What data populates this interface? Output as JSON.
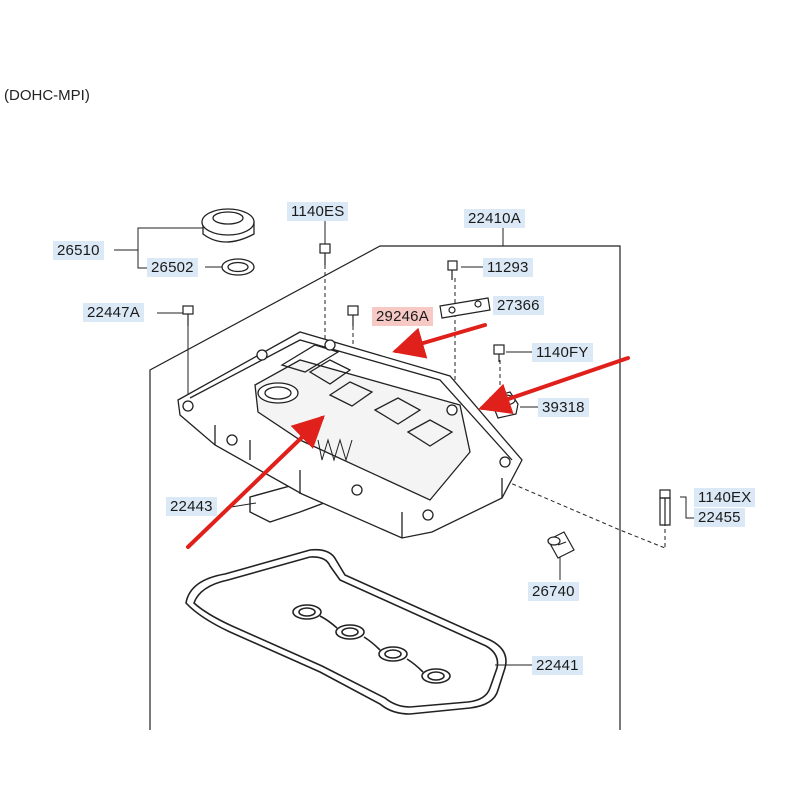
{
  "diagram": {
    "subtitle": "(DOHC-MPI)",
    "parts": {
      "p26510": "26510",
      "p26502": "26502",
      "p22447A": "22447A",
      "p1140ES": "1140ES",
      "p22410A": "22410A",
      "p11293": "11293",
      "p27366": "27366",
      "p29246A": "29246A",
      "p1140FY": "1140FY",
      "p39318": "39318",
      "p22443": "22443",
      "p1140EX": "1140EX",
      "p22455": "22455",
      "p26740": "26740",
      "p22441": "22441"
    },
    "colors": {
      "label_bg": "#dbe9f6",
      "highlight_bg": "#f6c9c4",
      "arrow": "#e0201a",
      "line": "#222222"
    }
  }
}
